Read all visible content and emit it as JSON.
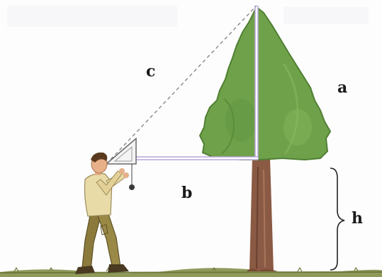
{
  "labels": {
    "a": "a",
    "b": "b",
    "c": "c",
    "h": "h"
  },
  "colors": {
    "foliage": "#6fa14a",
    "foliage_dark": "#4f7f34",
    "trunk": "#8a5a44",
    "ground": "#8f9a5a",
    "sight_line": "#888888",
    "measure_line": "#b8a6d8",
    "shirt": "#e9dba7",
    "pants": "#8b7a3c",
    "skin": "#e7b089",
    "hair": "#5a3a1e"
  },
  "icons": {
    "person": "surveyor-figure",
    "tree": "conifer-tree",
    "instrument": "set-square-clinometer",
    "brace": "curly-brace"
  }
}
